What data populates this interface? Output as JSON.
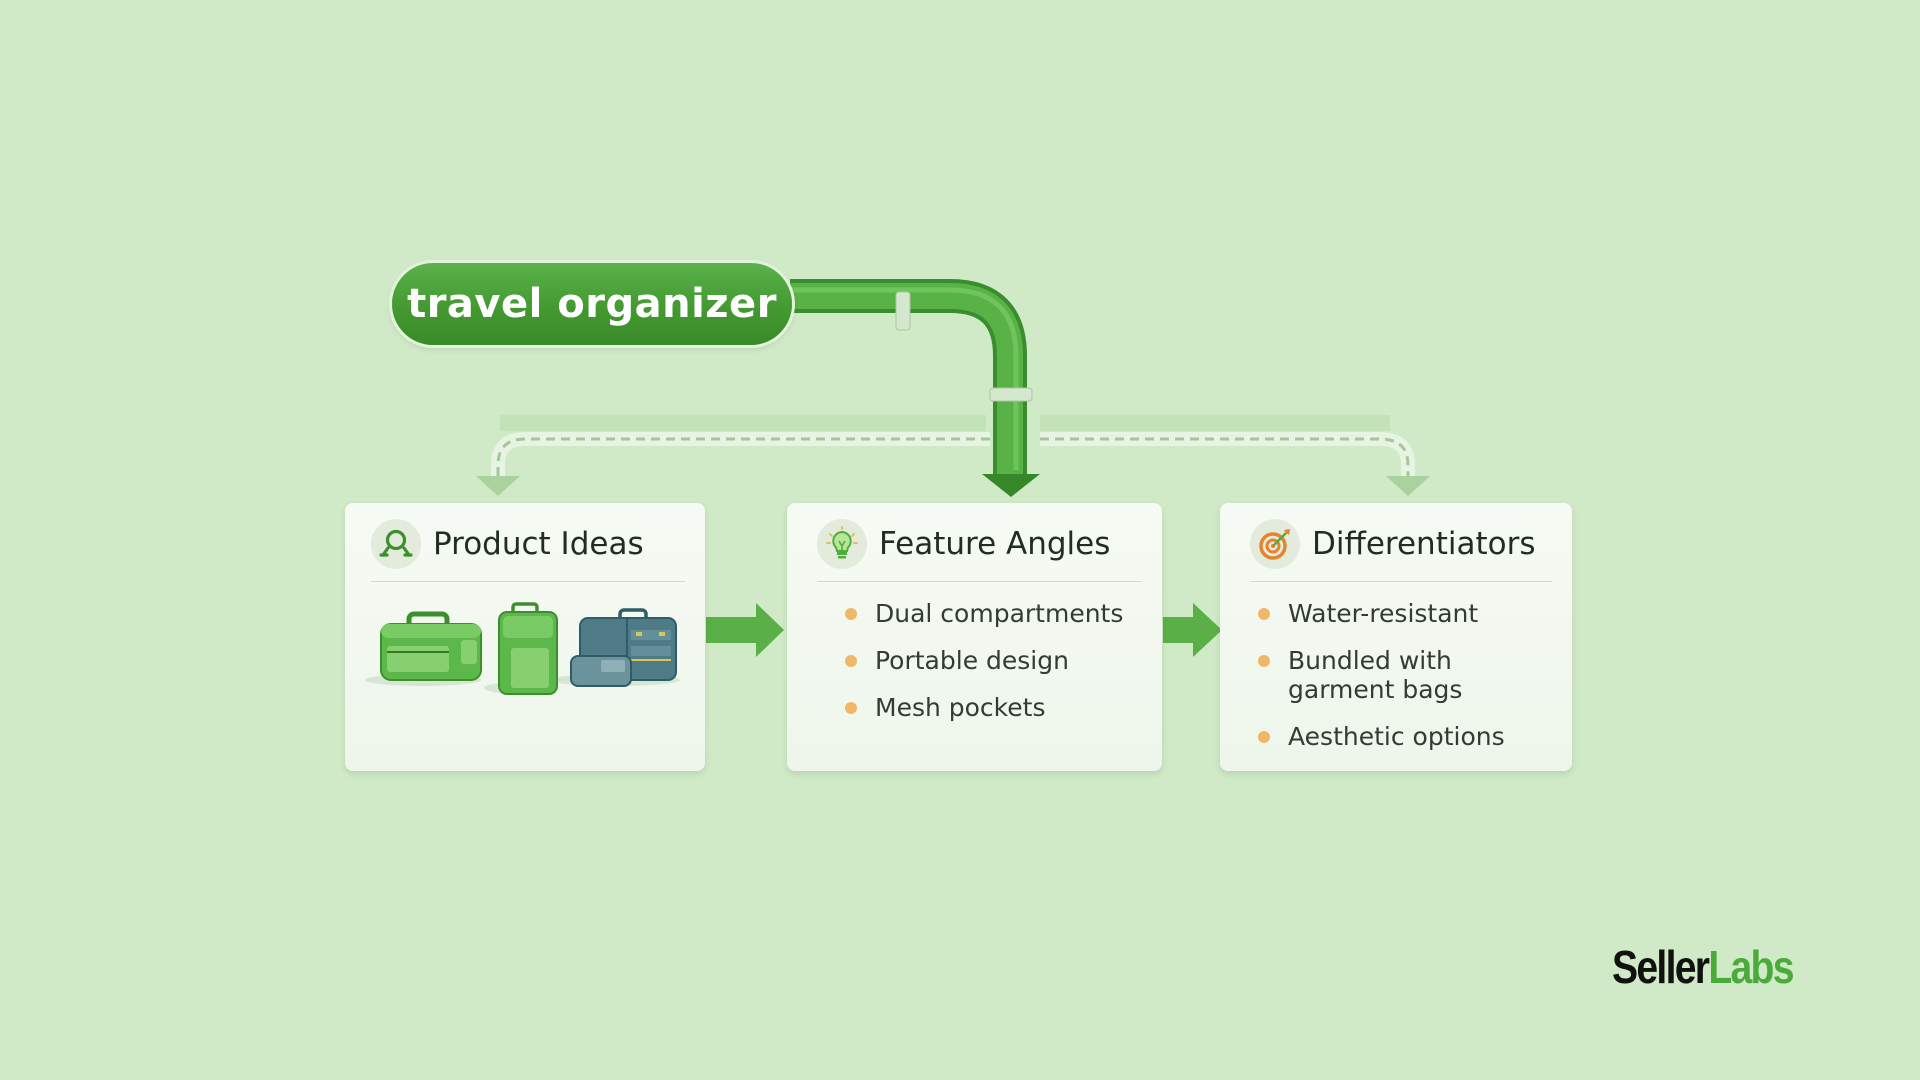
{
  "source": {
    "label": "travel organizer"
  },
  "cards": [
    {
      "title": "Product Ideas",
      "icon": "search-icon",
      "illustration": [
        "green-duffel-bag-icon",
        "green-backpack-icon",
        "blue-suitcase-set-icon"
      ]
    },
    {
      "title": "Feature Angles",
      "icon": "lightbulb-icon",
      "items": [
        "Dual compartments",
        "Portable design",
        "Mesh pockets"
      ]
    },
    {
      "title": "Differentiators",
      "icon": "target-icon",
      "items": [
        "Water-resistant",
        "Bundled with garment bags",
        "Aesthetic options"
      ]
    }
  ],
  "logo": {
    "part1": "Seller",
    "part2": "Labs"
  },
  "colors": {
    "background": "#d0e9c6",
    "accent_green": "#4bab3a",
    "bullet": "#efb868",
    "text_dark": "#1f2d22"
  }
}
